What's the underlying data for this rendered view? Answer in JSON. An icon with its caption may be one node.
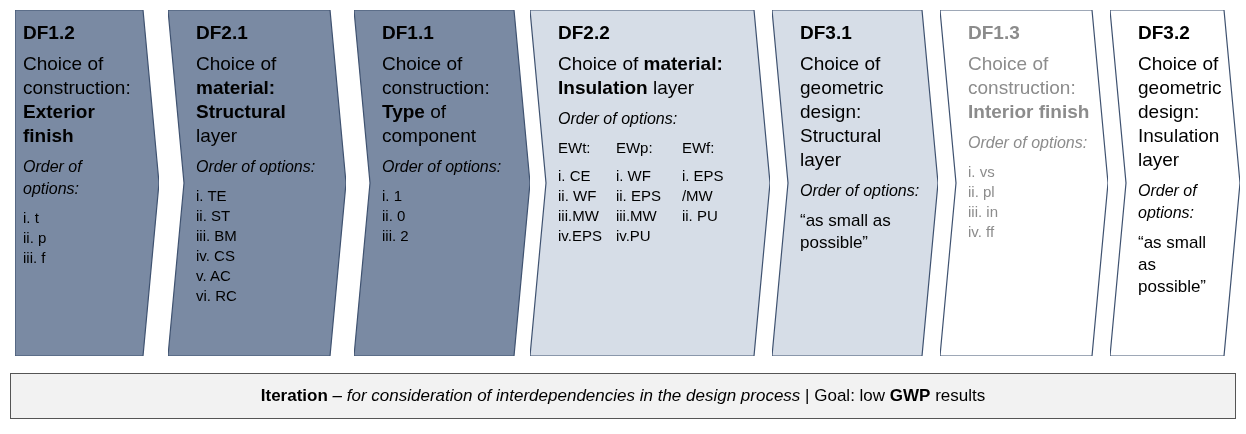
{
  "diagram": {
    "nodes": [
      {
        "text": [
          "DF1.2",
          "Choice of construction: **Exterior finish**",
          "Order of options:",
          "i. t",
          "ii. p",
          "iii. f"
        ]
      },
      {
        "text": [
          "DF2.1",
          "Choice of **material: Structural** layer",
          "Order of options:",
          "i. TE",
          "ii. ST",
          "iii. BM",
          "iv. CS",
          "v. AC",
          "vi. RC"
        ]
      },
      {
        "text": [
          "DF1.1",
          "Choice of construction: **Type** of component",
          "Order of options:",
          "i. 1",
          "ii. 0",
          "iii. 2"
        ]
      },
      {
        "text": [
          "DF2.2",
          "Choice of **material: Insulation** layer",
          "Order of options:",
          "EWt:",
          "i. CE",
          "ii. WF",
          "iii.MW",
          "iv.EPS",
          "EWp:",
          "i. WF",
          "ii. EPS",
          "iii.MW",
          "iv.PU",
          "EWf:",
          "i. EPS /MW",
          "ii. PU"
        ]
      },
      {
        "text": [
          "DF3.1",
          "Choice of geometric design: Structural layer",
          "Order of options:",
          "“as small as possible”"
        ]
      },
      {
        "text": [
          "DF1.3",
          "Choice of construction: **Interior finish**",
          "Order of options:",
          "i. vs",
          "ii. pl",
          "iii. in",
          "iv. ff"
        ]
      },
      {
        "text": [
          "DF3.2",
          "Choice of geometric design: Insulation layer",
          "Order of options:",
          "“as small as possible”"
        ]
      },
      {
        "text": [
          "**Iteration** *– for consideration of interdependencies in the design process* | Goal: low **GWP** results"
        ]
      }
    ]
  }
}
